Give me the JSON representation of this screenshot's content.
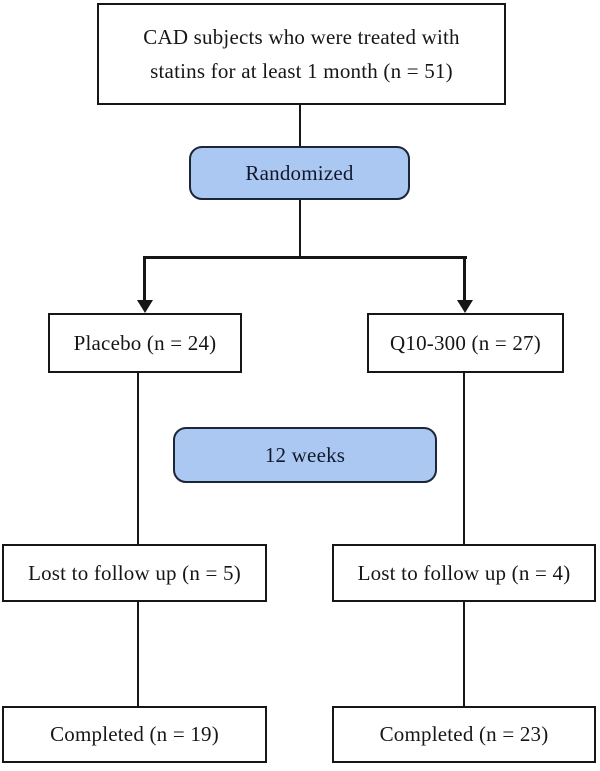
{
  "diagram": {
    "type": "flowchart",
    "title_hint": "randomized trial flow diagram",
    "colors": {
      "background": "#ffffff",
      "box_fill": "#ffffff",
      "highlight_fill": "#aac8f2",
      "border": "#161616",
      "text": "#161616"
    },
    "nodes": {
      "enrollment": {
        "label": "CAD subjects who were treated with statins for at least 1 month (n = 51)"
      },
      "randomized": {
        "label": "Randomized"
      },
      "placebo": {
        "label": "Placebo (n = 24)"
      },
      "q10": {
        "label": "Q10-300 (n = 27)"
      },
      "duration": {
        "label": "12 weeks"
      },
      "lost_placebo": {
        "label": "Lost to follow up (n = 5)"
      },
      "lost_q10": {
        "label": "Lost to follow up (n = 4)"
      },
      "completed_placebo": {
        "label": "Completed (n = 19)"
      },
      "completed_q10": {
        "label": "Completed (n = 23)"
      }
    },
    "edges": [
      {
        "from": "enrollment",
        "to": "randomized"
      },
      {
        "from": "randomized",
        "to": "placebo",
        "arrow": true
      },
      {
        "from": "randomized",
        "to": "q10",
        "arrow": true
      },
      {
        "from": "placebo",
        "to": "lost_placebo"
      },
      {
        "from": "q10",
        "to": "lost_q10"
      },
      {
        "from": "lost_placebo",
        "to": "completed_placebo"
      },
      {
        "from": "lost_q10",
        "to": "completed_q10"
      }
    ]
  }
}
